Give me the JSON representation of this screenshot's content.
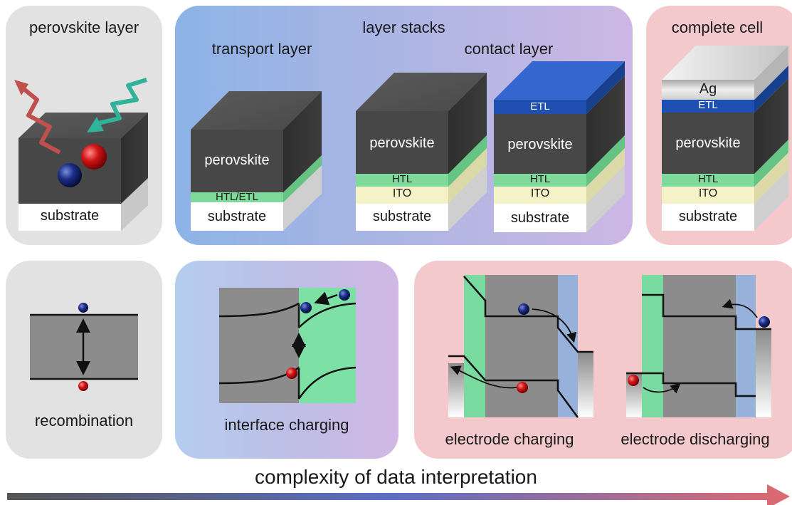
{
  "panels": {
    "perovskite_layer": {
      "title": "perovskite layer",
      "substrate": "substrate"
    },
    "layer_stacks": {
      "title": "layer stacks",
      "transport_layer": {
        "title": "transport layer",
        "perovskite": "perovskite",
        "htl_etl": "HTL/ETL",
        "substrate": "substrate"
      },
      "contact_layer": {
        "title": "contact layer",
        "stack1": {
          "perovskite": "perovskite",
          "htl": "HTL",
          "ito": "ITO",
          "substrate": "substrate"
        },
        "stack2": {
          "etl": "ETL",
          "perovskite": "perovskite",
          "htl": "HTL",
          "ito": "ITO",
          "substrate": "substrate"
        }
      }
    },
    "complete_cell": {
      "title": "complete cell",
      "ag": "Ag",
      "etl": "ETL",
      "perovskite": "perovskite",
      "htl": "HTL",
      "ito": "ITO",
      "substrate": "substrate"
    }
  },
  "processes": {
    "recombination": "recombination",
    "interface_charging": "interface charging",
    "electrode_charging": "electrode charging",
    "electrode_discharging": "electrode discharging"
  },
  "axis": {
    "title": "complexity of data interpretation"
  },
  "colors": {
    "perovskite": "#4a4a4a",
    "htl": "#7ed99a",
    "ito": "#f5f2c8",
    "etl": "#1f4fb0",
    "ag": "#d6d6d6",
    "gray_panel": "#e3e3e3",
    "pink_panel": "#f4c9cb",
    "hole": "#cc1111",
    "electron": "#12236e"
  }
}
